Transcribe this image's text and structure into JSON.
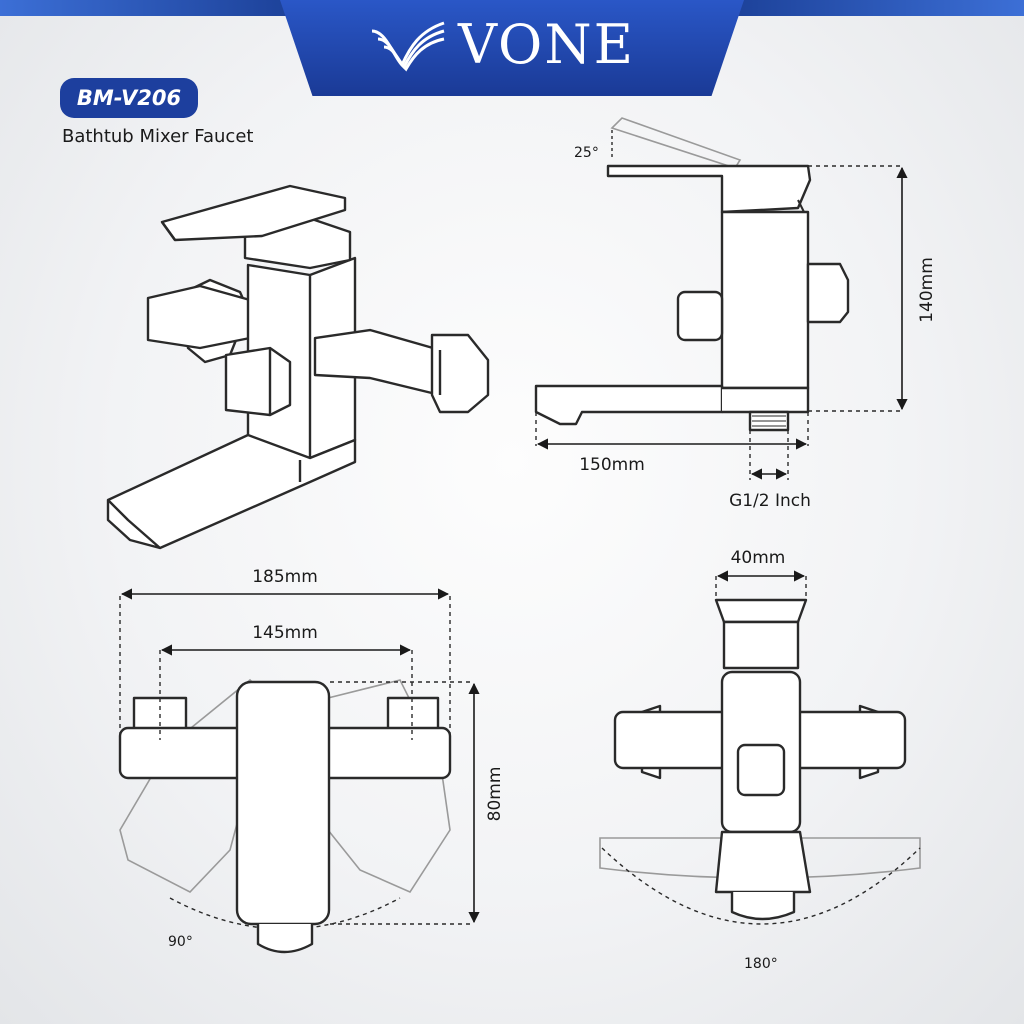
{
  "brand": {
    "name": "VONE"
  },
  "product": {
    "model": "BM-V206",
    "name": "Bathtub Mixer Faucet"
  },
  "dimensions": {
    "handle_angle": "25°",
    "height": "140mm",
    "spout_length": "150mm",
    "thread": "G1/2 Inch",
    "overall_width": "185mm",
    "center_distance": "145mm",
    "depth": "80mm",
    "swing_90": "90°",
    "body_width": "40mm",
    "swing_180": "180°"
  },
  "colors": {
    "brand_blue": "#1d3f9e",
    "line": "#2a2a2a",
    "ghost": "#9a9a9a"
  }
}
